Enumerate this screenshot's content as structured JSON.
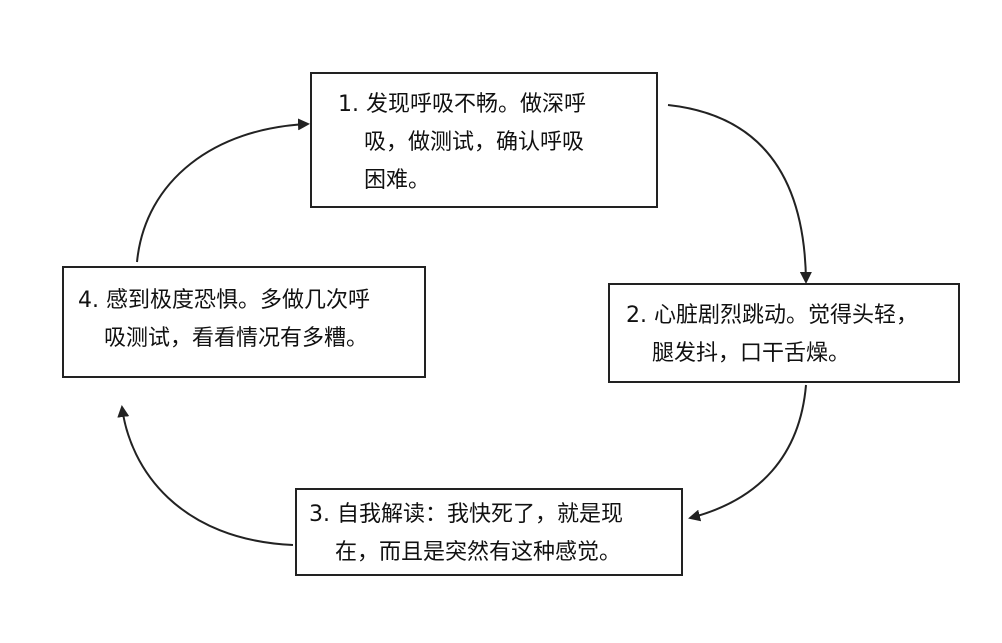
{
  "steps": [
    {
      "id": "step-1",
      "lines": [
        "1. 发现呼吸不畅。做深呼",
        "吸，做测试，确认呼吸",
        "困难。"
      ]
    },
    {
      "id": "step-2",
      "lines": [
        "2. 心脏剧烈跳动。觉得头轻，",
        "腿发抖，口干舌燥。"
      ]
    },
    {
      "id": "step-3",
      "lines": [
        "3. 自我解读：我快死了，就是现",
        "在，而且是突然有这种感觉。"
      ]
    },
    {
      "id": "step-4",
      "lines": [
        "4. 感到极度恐惧。多做几次呼",
        "吸测试，看看情况有多糟。"
      ]
    }
  ],
  "colors": {
    "stroke": "#222222"
  }
}
